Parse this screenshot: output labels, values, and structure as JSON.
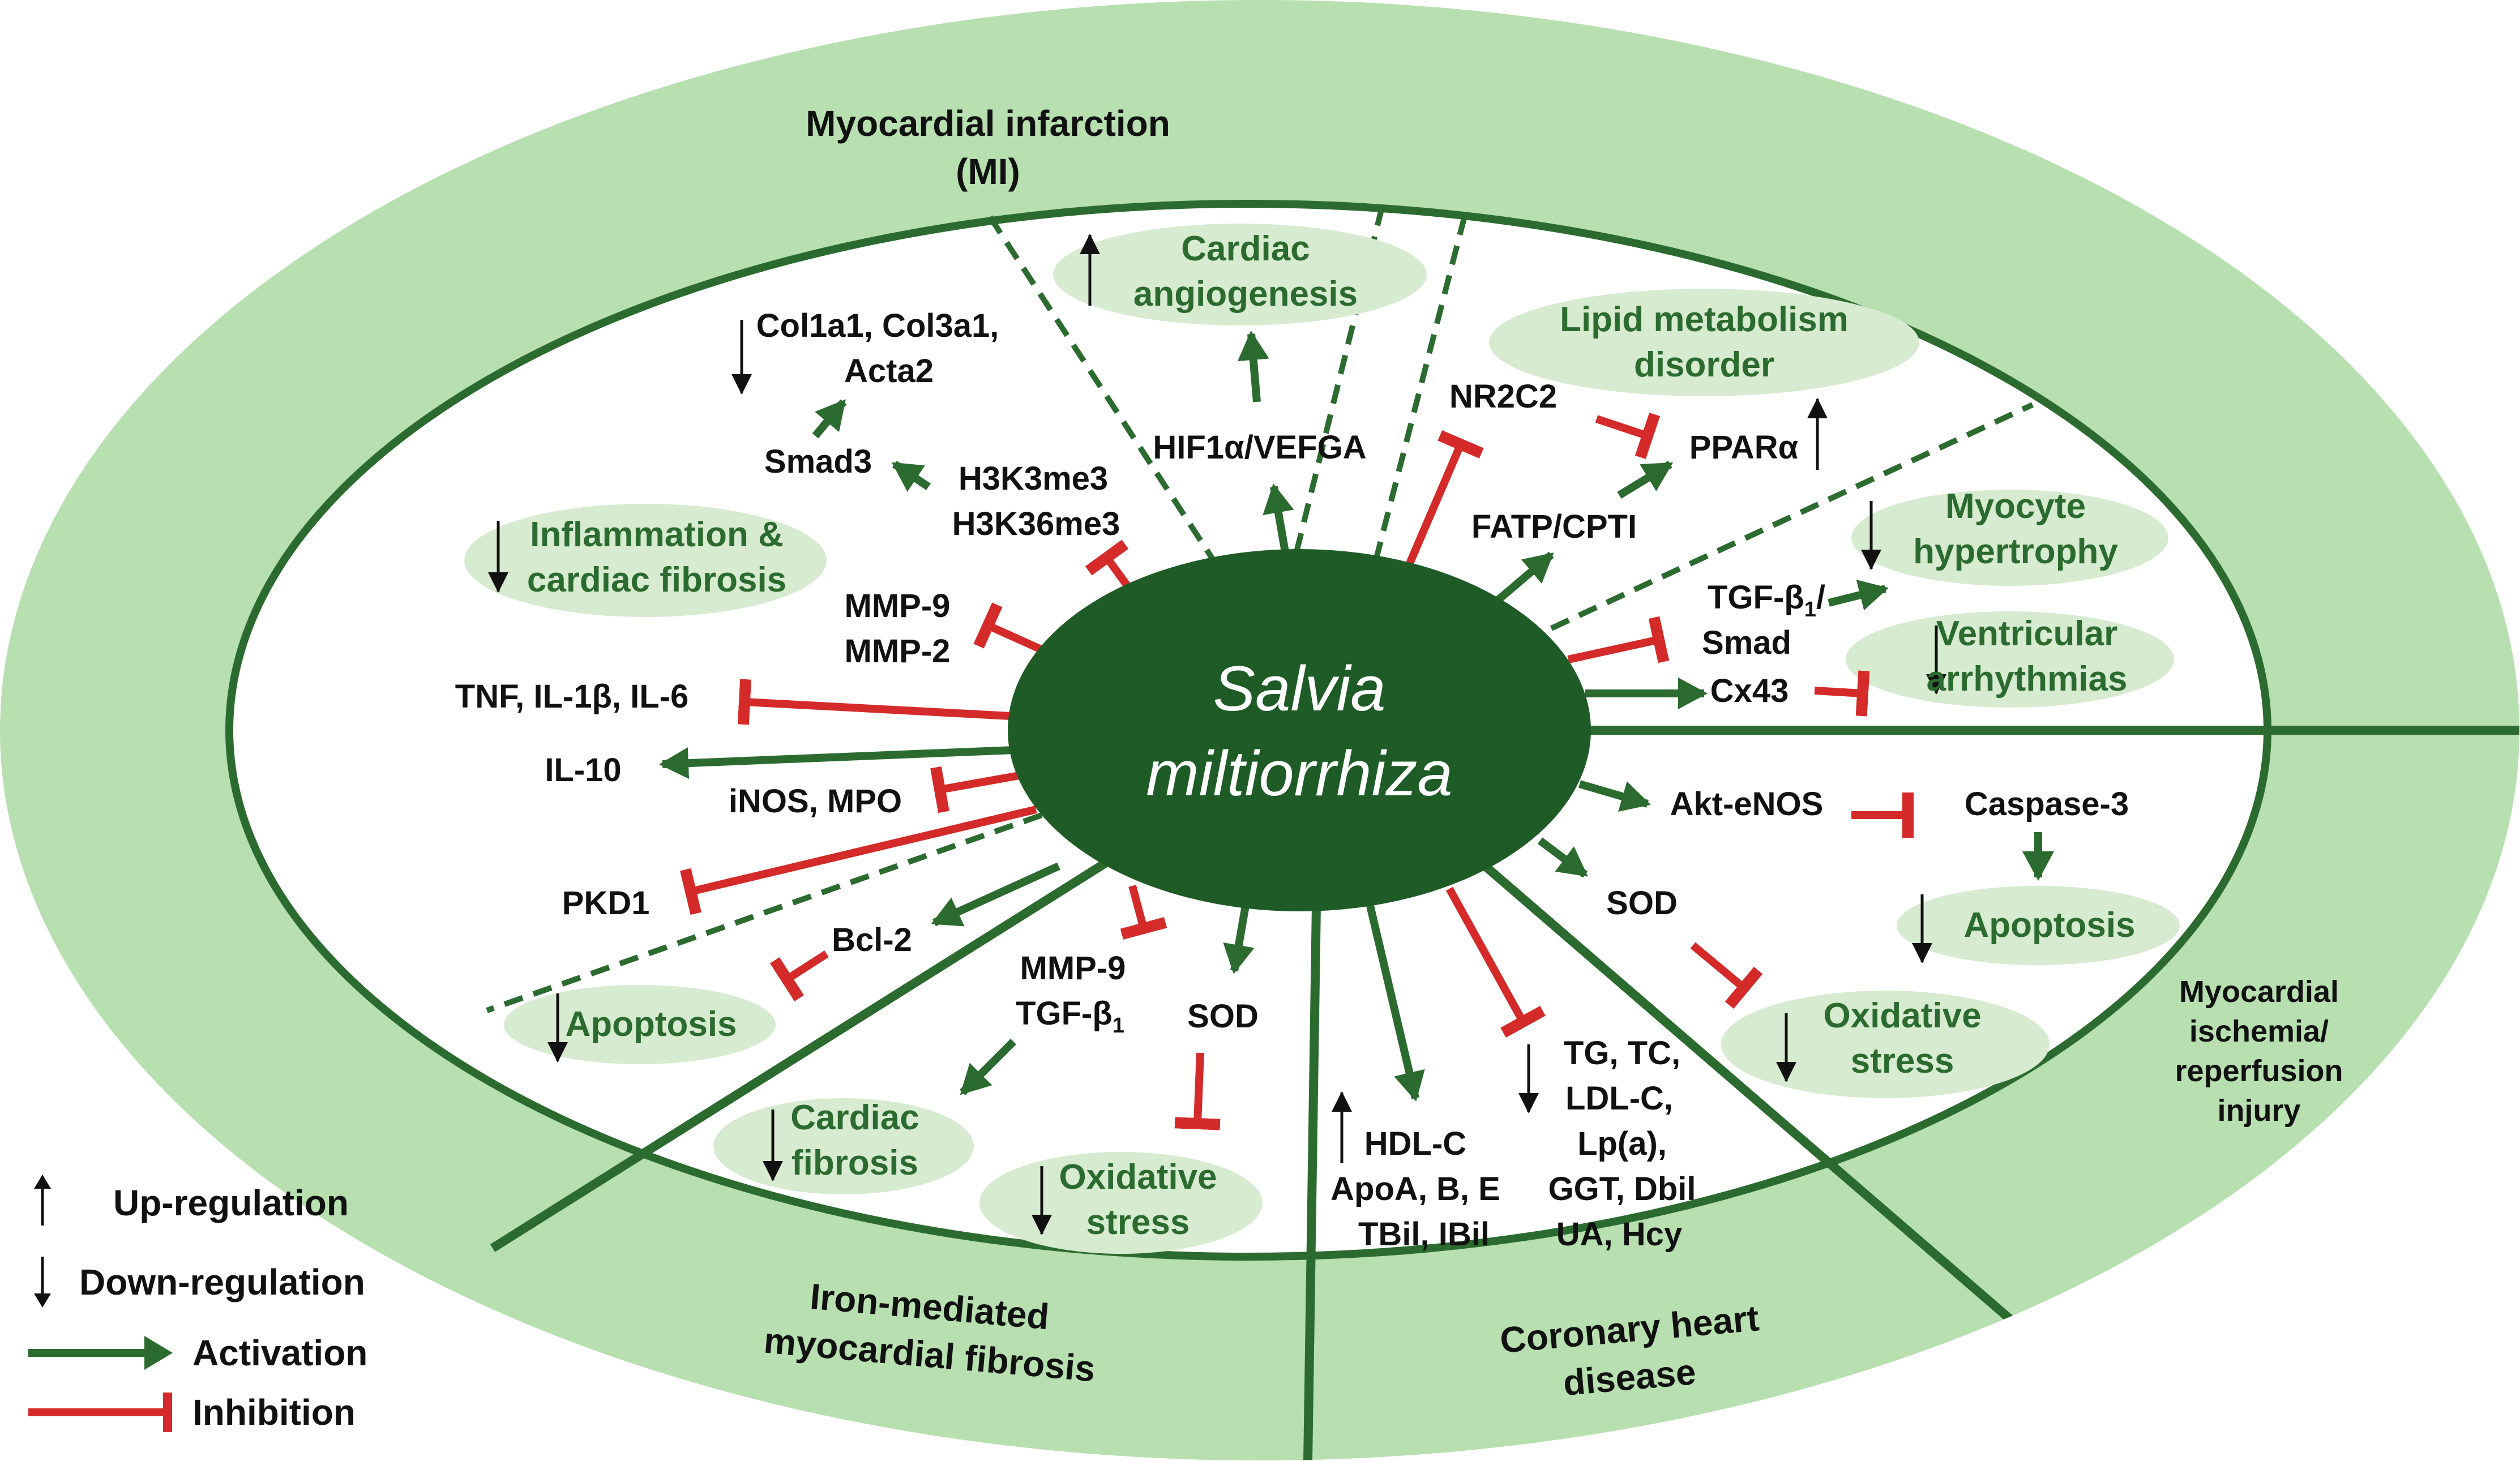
{
  "center": {
    "line1": "Salvia",
    "line2": "miltiorrhiza"
  },
  "sections": {
    "mi_title_1": "Myocardial infarction",
    "mi_title_2": "(MI)",
    "iron_1": "Iron-mediated",
    "iron_2": "myocardial fibrosis",
    "chd_1": "Coronary heart",
    "chd_2": "disease",
    "mir_1": "Myocardial",
    "mir_2": "ischemia/",
    "mir_3": "reperfusion",
    "mir_4": "injury"
  },
  "labels": {
    "col1": "Col1a1, Col3a1,",
    "col2": "Acta2",
    "smad3": "Smad3",
    "h3k3": "H3K3me3",
    "h3k36": "H3K36me3",
    "mmp9a": "MMP-9",
    "mmp2": "MMP-2",
    "tnf": "TNF, IL-1β, IL-6",
    "il10": "IL-10",
    "inos": "iNOS, MPO",
    "pkd1": "PKD1",
    "bcl2": "Bcl-2",
    "hif": "HIF1α/VEFGA",
    "nr2c2": "NR2C2",
    "ppar": "PPARα",
    "fatp": "FATP/CPTI",
    "tgf_smad_1": "TGF-β",
    "tgf_smad_sub": "1",
    "tgf_smad_2": "/",
    "smad": "Smad",
    "cx43": "Cx43",
    "akt": "Akt-eNOS",
    "caspase": "Caspase-3",
    "sod_mir": "SOD",
    "mmp9b": "MMP-9",
    "tgf_iron": "TGF-β",
    "tgf_iron_sub": "1",
    "sod_iron": "SOD",
    "hdl": "HDL-C",
    "apo": "ApoA, B, E",
    "tbil": "TBil, IBil",
    "tg": "TG, TC,",
    "ldl": "LDL-C,",
    "lpa": "Lp(a),",
    "ggt": "GGT, Dbil",
    "ua": "UA, Hcy"
  },
  "outcomes": {
    "angio_1": "Cardiac",
    "angio_2": "angiogenesis",
    "lipid_1": "Lipid metabolism",
    "lipid_2": "disorder",
    "inflam_1": "Inflammation &",
    "inflam_2": "cardiac fibrosis",
    "myo_1": "Myocyte",
    "myo_2": "hypertrophy",
    "vent_1": "Ventricular",
    "vent_2": "arrhythmias",
    "apop_mir": "Apoptosis",
    "ox_mir_1": "Oxidative",
    "ox_mir_2": "stress",
    "apop_mi": "Apoptosis",
    "fib_1": "Cardiac",
    "fib_2": "fibrosis",
    "ox_iron_1": "Oxidative",
    "ox_iron_2": "stress"
  },
  "legend": {
    "up": "Up-regulation",
    "down": "Down-regulation",
    "activation": "Activation",
    "inhibition": "Inhibition"
  },
  "colors": {
    "outer_ring": "#b7dfb0",
    "outcome_pill": "#d6ebd0",
    "center": "#1e5b27",
    "activation": "#2c6b2f",
    "inhibition": "#d42a2a",
    "text": "#111111"
  }
}
